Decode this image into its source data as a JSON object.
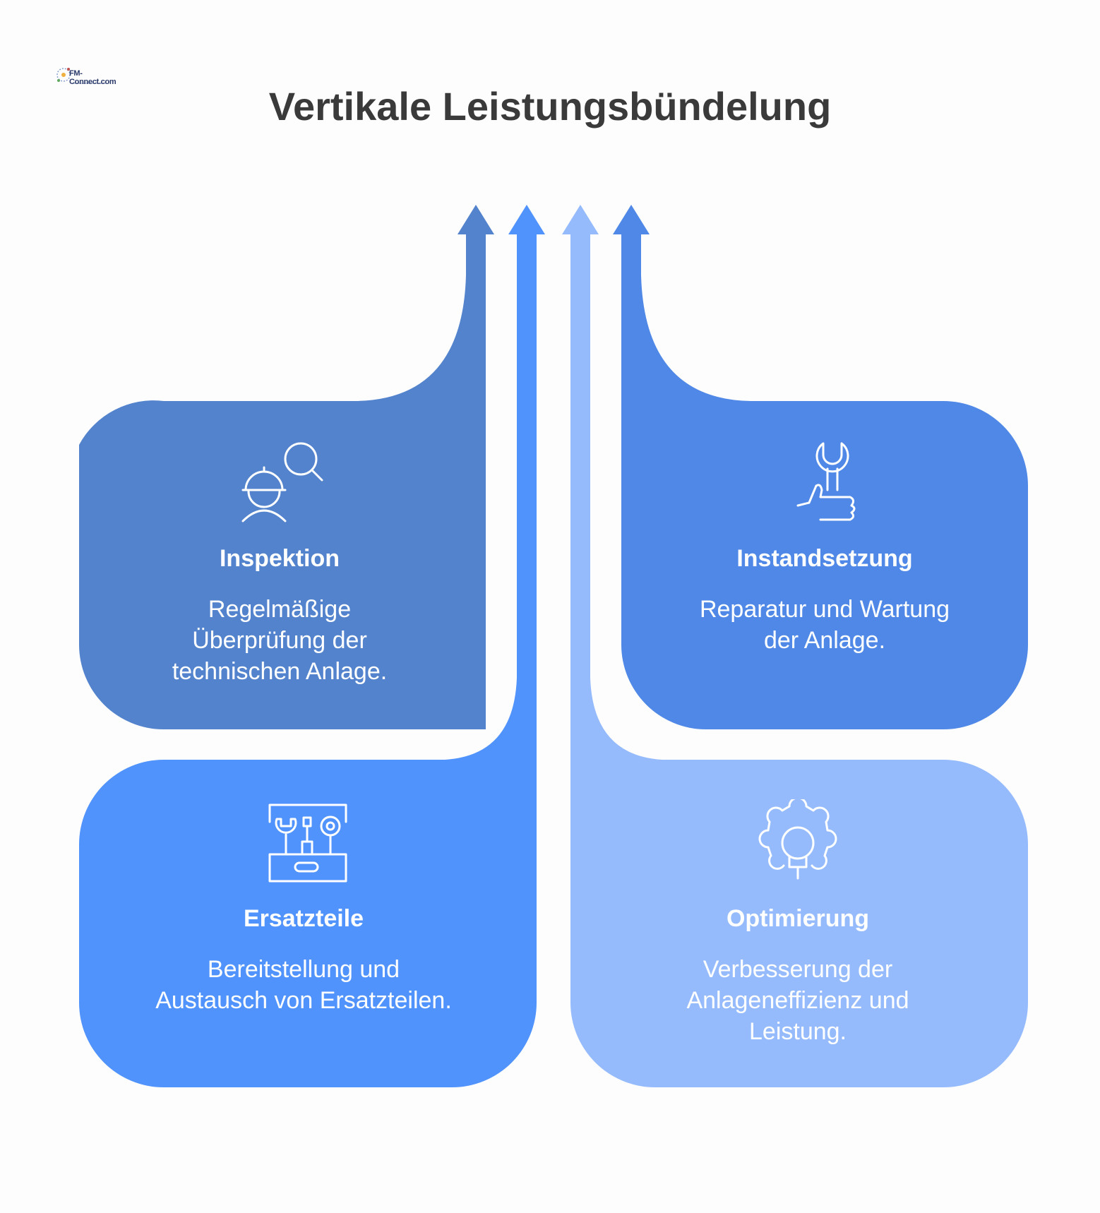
{
  "header": {
    "title": "Vertikale Leistungsbündelung",
    "logo_text": "FM-Connect.com"
  },
  "colors": {
    "inspektion": "#5383cd",
    "ersatzteile": "#5093fc",
    "optimierung": "#95bbfd",
    "instandsetzung": "#4f88e6",
    "title": "#3a3a3a",
    "text": "#ffffff"
  },
  "cards": [
    {
      "id": "inspektion",
      "title": "Inspektion",
      "desc_lines": [
        "Regelmäßige",
        "Überprüfung der",
        "technischen Anlage."
      ],
      "icon": "inspector-magnifier-icon"
    },
    {
      "id": "instandsetzung",
      "title": "Instandsetzung",
      "desc_lines": [
        "Reparatur und Wartung",
        "der Anlage."
      ],
      "icon": "wrench-thumbs-up-icon"
    },
    {
      "id": "ersatzteile",
      "title": "Ersatzteile",
      "desc_lines": [
        "Bereitstellung und",
        "Austausch von Ersatzteilen."
      ],
      "icon": "toolbox-icon"
    },
    {
      "id": "optimierung",
      "title": "Optimierung",
      "desc_lines": [
        "Verbesserung der",
        "Anlageneffizienz und",
        "Leistung."
      ],
      "icon": "gear-lightbulb-icon"
    }
  ]
}
